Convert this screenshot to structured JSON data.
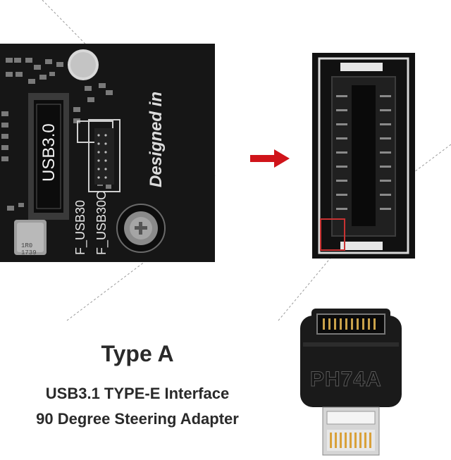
{
  "motherboard": {
    "connector_label": "USB3.0",
    "designed_text": "Designed in",
    "f_usb30_label": "F_USB30",
    "f_usb30c_label": "F_USB30C",
    "inductor_text": [
      "1R0",
      "1739"
    ]
  },
  "adapter": {
    "model_text": "PH74A"
  },
  "caption": {
    "title": "Type A",
    "line1": "USB3.1 TYPE-E Interface",
    "line2": "90 Degree Steering Adapter"
  },
  "colors": {
    "pcb": "#161616",
    "arrow": "#d0141a",
    "highlight_box": "#c83232",
    "caption_text": "#2a2a2a"
  }
}
